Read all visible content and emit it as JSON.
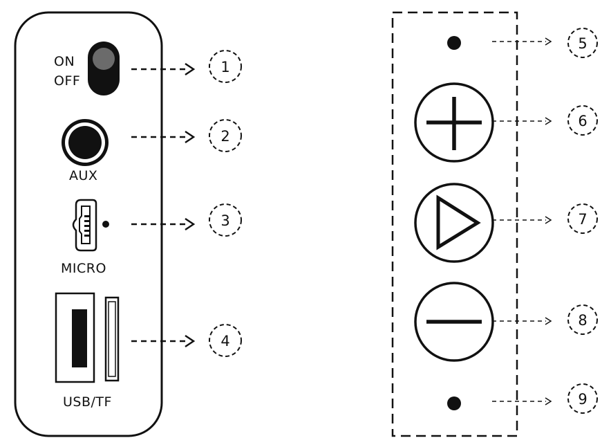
{
  "left_panel": {
    "switch_on_label": "ON",
    "switch_off_label": "OFF",
    "aux_label": "AUX",
    "micro_label": "MICRO",
    "usb_tf_label": "USB/TF"
  },
  "callouts": [
    "1",
    "2",
    "3",
    "4",
    "5",
    "6",
    "7",
    "8",
    "9"
  ],
  "colors": {
    "ink": "#111111",
    "switch_knob": "#6b6b6b",
    "background": "#ffffff"
  },
  "icons": [
    "power-switch-icon",
    "aux-jack-icon",
    "micro-usb-port-icon",
    "usb-port-icon",
    "tf-card-slot-icon",
    "led-indicator-icon",
    "plus-button-icon",
    "play-button-icon",
    "minus-button-icon"
  ]
}
